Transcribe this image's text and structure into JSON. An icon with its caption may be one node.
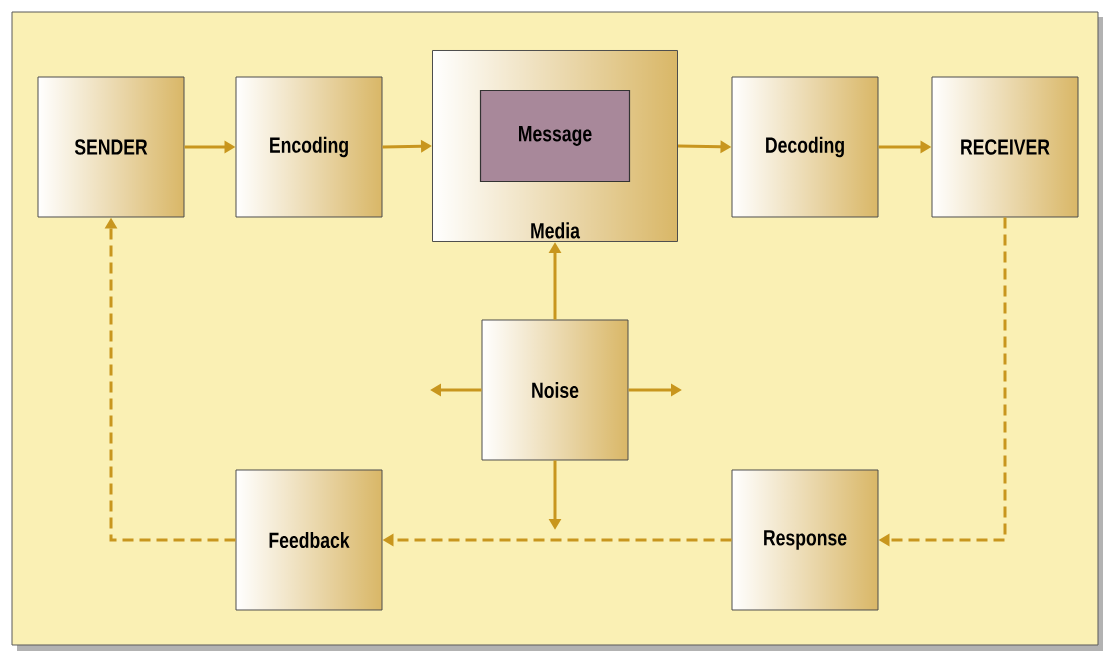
{
  "diagram": {
    "nodes": [
      {
        "text": [
          "SENDER"
        ]
      },
      {
        "text": [
          "Encoding"
        ]
      },
      {
        "text": [
          "Media"
        ]
      },
      {
        "text": [
          "Message"
        ],
        "in": 2
      },
      {
        "text": [
          "Decoding"
        ]
      },
      {
        "text": [
          "RECEIVER"
        ]
      },
      {
        "text": [
          "Noise"
        ]
      },
      {
        "text": [
          "Feedback"
        ]
      },
      {
        "text": [
          "Response"
        ]
      }
    ],
    "edges": [
      {
        "from": 0,
        "to": 1,
        "arrow": "to"
      },
      {
        "from": 1,
        "to": 2,
        "arrow": "to"
      },
      {
        "from": 2,
        "to": 4,
        "arrow": "to"
      },
      {
        "from": 4,
        "to": 5,
        "arrow": "to"
      },
      {
        "from": 6,
        "to": 2,
        "arrow": "to"
      },
      {
        "from": 6,
        "to": null,
        "arrow": "to"
      },
      {
        "from": 6,
        "to": null,
        "arrow": "to"
      },
      {
        "from": 6,
        "to": null,
        "arrow": "to"
      },
      {
        "from": 5,
        "to": 8,
        "arrow": "to",
        "style": "dashed"
      },
      {
        "from": 8,
        "to": 7,
        "arrow": "to",
        "style": "dashed"
      },
      {
        "from": 7,
        "to": 0,
        "arrow": "to",
        "style": "dashed"
      }
    ]
  }
}
